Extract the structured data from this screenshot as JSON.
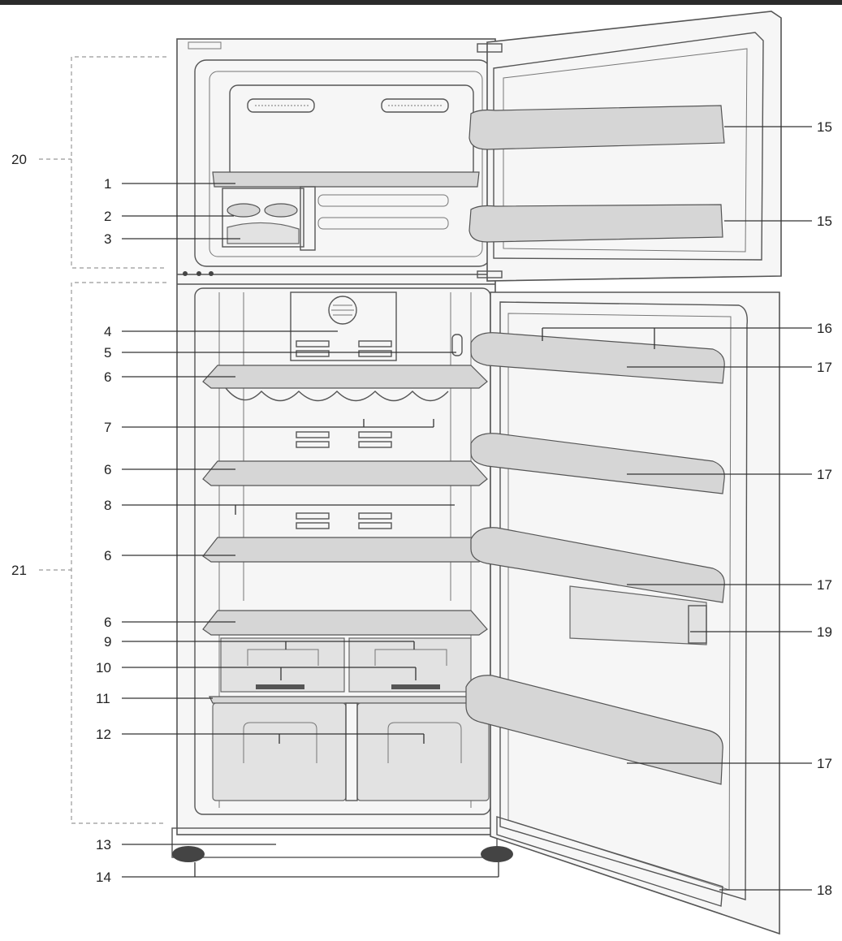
{
  "callouts": {
    "c1": "1",
    "c2": "2",
    "c3": "3",
    "c4": "4",
    "c5": "5",
    "c6a": "6",
    "c6b": "6",
    "c6c": "6",
    "c6d": "6",
    "c7": "7",
    "c8": "8",
    "c9": "9",
    "c10": "10",
    "c11": "11",
    "c12": "12",
    "c13": "13",
    "c14": "14",
    "c15a": "15",
    "c15b": "15",
    "c16": "16",
    "c17a": "17",
    "c17b": "17",
    "c17c": "17",
    "c17d": "17",
    "c18": "18",
    "c19": "19",
    "c20": "20",
    "c21": "21"
  },
  "colors": {
    "line": "#333333",
    "outline": "#555555",
    "shelf_fill": "#d6d6d6",
    "background": "#ffffff"
  }
}
